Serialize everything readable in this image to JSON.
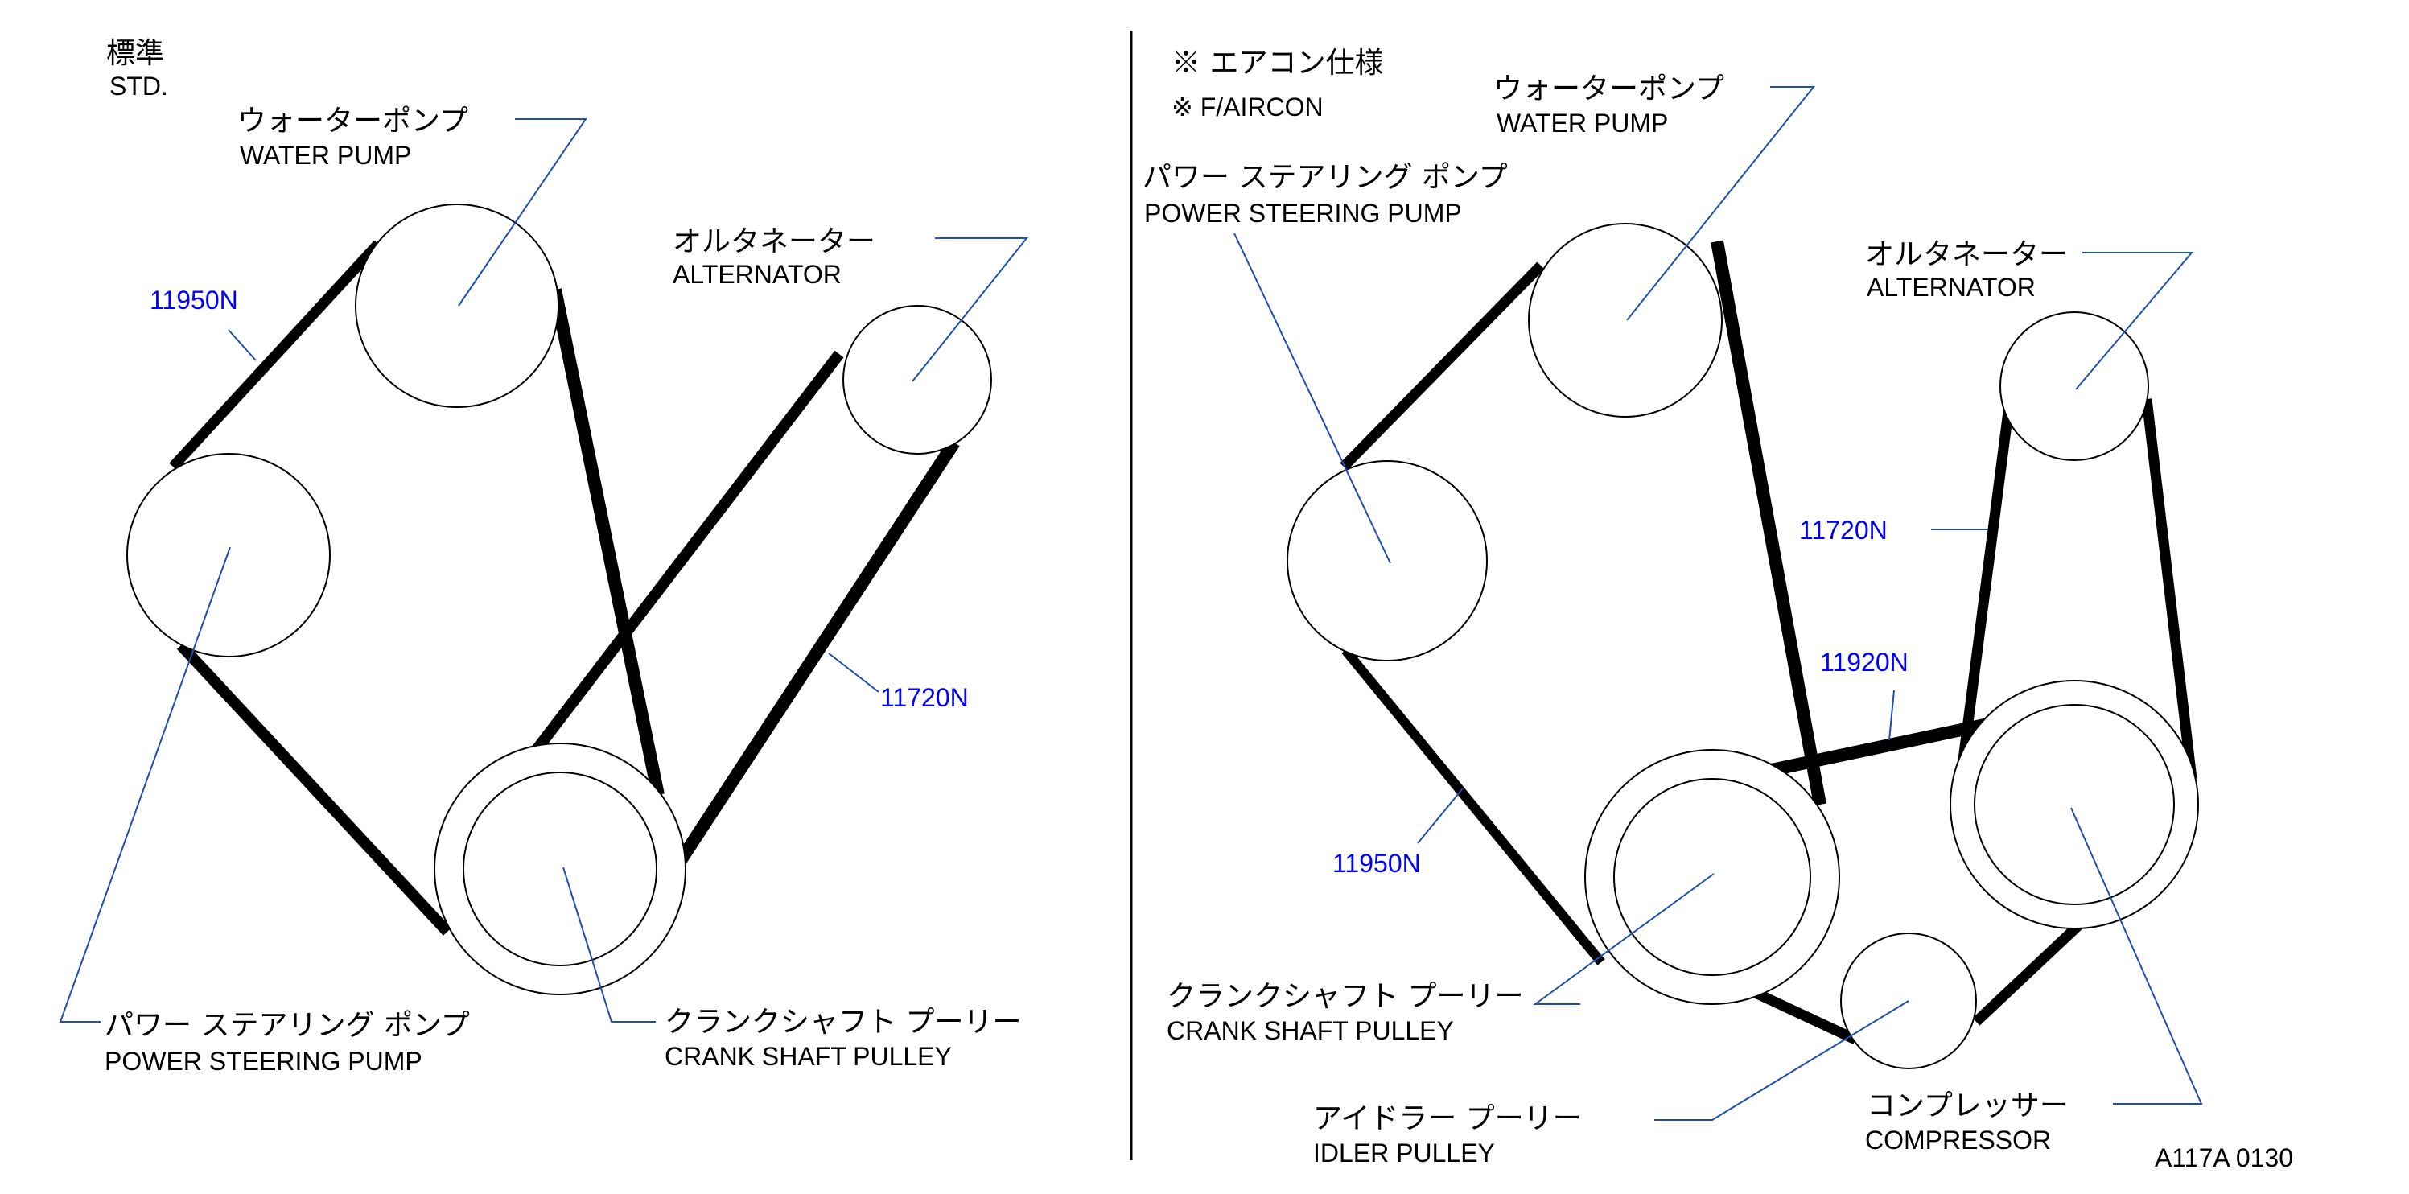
{
  "std": {
    "title_jp": "標準",
    "title_en": "STD.",
    "labels": {
      "water_pump_jp": "ウォーターポンプ",
      "water_pump_en": "WATER PUMP",
      "alternator_jp": "オルタネーター",
      "alternator_en": "ALTERNATOR",
      "ps_pump_jp": "パワー ステアリング ポンプ",
      "ps_pump_en": "POWER STEERING PUMP",
      "crank_jp": "クランクシャフト プーリー",
      "crank_en": "CRANK SHAFT PULLEY"
    },
    "part_numbers": {
      "ps_belt": "11950N",
      "alt_belt": "11720N"
    }
  },
  "aircon": {
    "title_jp": "※ エアコン仕様",
    "title_en": "※ F/AIRCON",
    "labels": {
      "water_pump_jp": "ウォーターポンプ",
      "water_pump_en": "WATER PUMP",
      "ps_pump_jp": "パワー ステアリング ポンプ",
      "ps_pump_en": "POWER STEERING PUMP",
      "alternator_jp": "オルタネーター",
      "alternator_en": "ALTERNATOR",
      "crank_jp": "クランクシャフト プーリー",
      "crank_en": "CRANK SHAFT PULLEY",
      "idler_jp": "アイドラー プーリー",
      "idler_en": "IDLER PULLEY",
      "compressor_jp": "コンプレッサー",
      "compressor_en": "COMPRESSOR"
    },
    "part_numbers": {
      "alt_belt": "11720N",
      "wp_belt": "11920N",
      "ps_belt": "11950N"
    }
  },
  "figure_id": "A117A 0130",
  "colors": {
    "line": "#000000",
    "leader": "#1f4fae",
    "part_number": "#0000ff"
  }
}
